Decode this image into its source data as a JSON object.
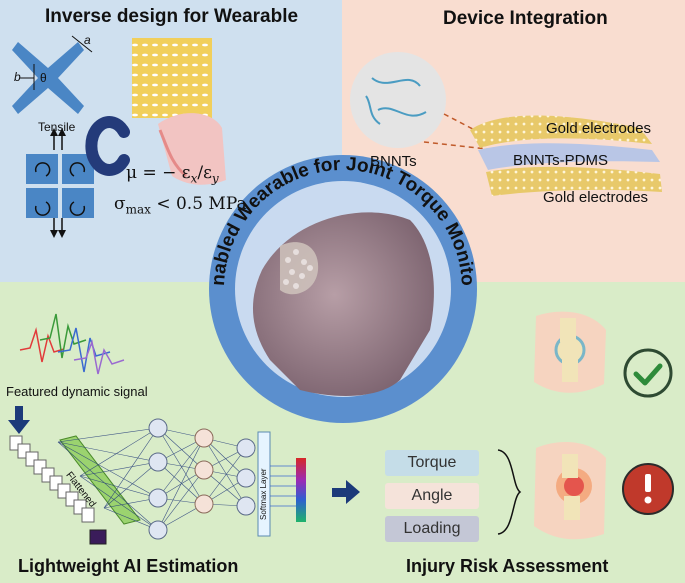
{
  "panels": {
    "inverse_design": {
      "title": "Inverse design for Wearable",
      "dimension_a": "a",
      "dimension_b": "b",
      "angle_label": "θ",
      "tensile_label": "Tensile",
      "equation_poisson": "μ = − ε",
      "equation_poisson_sub_x": "x",
      "equation_divider": "/ε",
      "equation_poisson_sub_y": "y",
      "equation_stress_prefix": "σ",
      "equation_stress_sub": "max",
      "equation_stress_suffix": " < 0.5 MPa"
    },
    "device_integration": {
      "title": "Device Integration",
      "bnnts_label": "BNNTs",
      "layer_top": "Gold electrodes",
      "layer_middle": "BNNTs-PDMS",
      "layer_bottom": "Gold electrodes"
    },
    "ai_estimation": {
      "title": "Lightweight AI Estimation",
      "signal_label": "Featured dynamic signal",
      "flattened_label": "Flattened",
      "softmax_label": "Softmax Layer"
    },
    "risk_assessment": {
      "title": "Injury Risk Assessment",
      "outputs": [
        "Torque",
        "Angle",
        "Loading"
      ],
      "output_colors": [
        "#c5dde8",
        "#f5e3da",
        "#c4c7d6"
      ]
    }
  },
  "center": {
    "ring_text": "AI-enabled Wearable for Joint Torque Monitoring"
  },
  "colors": {
    "accent_blue": "#4a86c5",
    "ok_green": "#2e6b3a",
    "warn_red": "#c0392b",
    "ring_blue": "#5b8fce",
    "ring_inner": "#c9daf0"
  }
}
